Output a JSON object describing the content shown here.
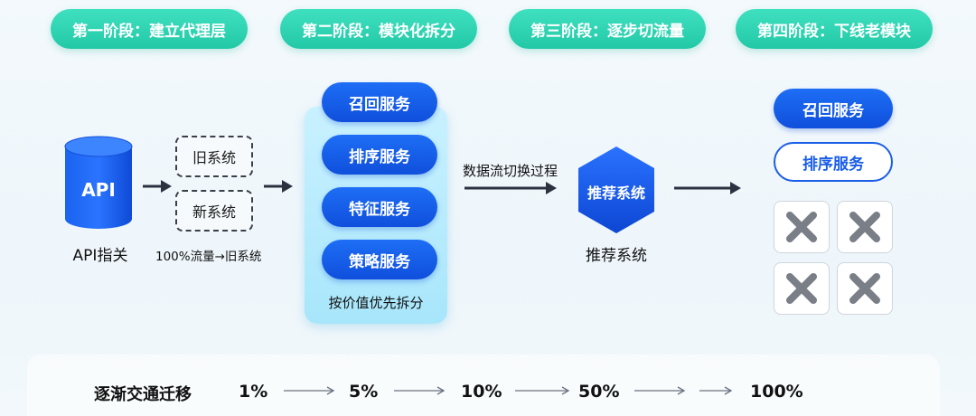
{
  "stages": [
    {
      "label": "第一阶段：建立代理层"
    },
    {
      "label": "第二阶段：模块化拆分"
    },
    {
      "label": "第三阶段：逐步切流量"
    },
    {
      "label": "第四阶段：下线老模块"
    }
  ],
  "stage1": {
    "api_text": "API",
    "api_label": "API指关",
    "old_system": "旧系统",
    "new_system": "新系统",
    "traffic_note": "100%流量→旧系统"
  },
  "stage2": {
    "services": [
      "召回服务",
      "排序服务",
      "特征服务",
      "策略服务"
    ],
    "footer": "按价值优先拆分"
  },
  "stage3": {
    "flow_label": "数据流切换过程",
    "hex_text": "推荐系统",
    "hex_label": "推荐系统"
  },
  "stage4": {
    "active_service": "召回服务",
    "outlined_service": "排序服务"
  },
  "migration": {
    "title": "逐渐交通迁移",
    "steps": [
      "1%",
      "5%",
      "10%",
      "50%",
      "100%"
    ]
  },
  "colors": {
    "teal": "#22c9a6",
    "blue": "#1558e6",
    "dark_arrow": "#2b3240",
    "x_gray": "#7a7f87"
  }
}
